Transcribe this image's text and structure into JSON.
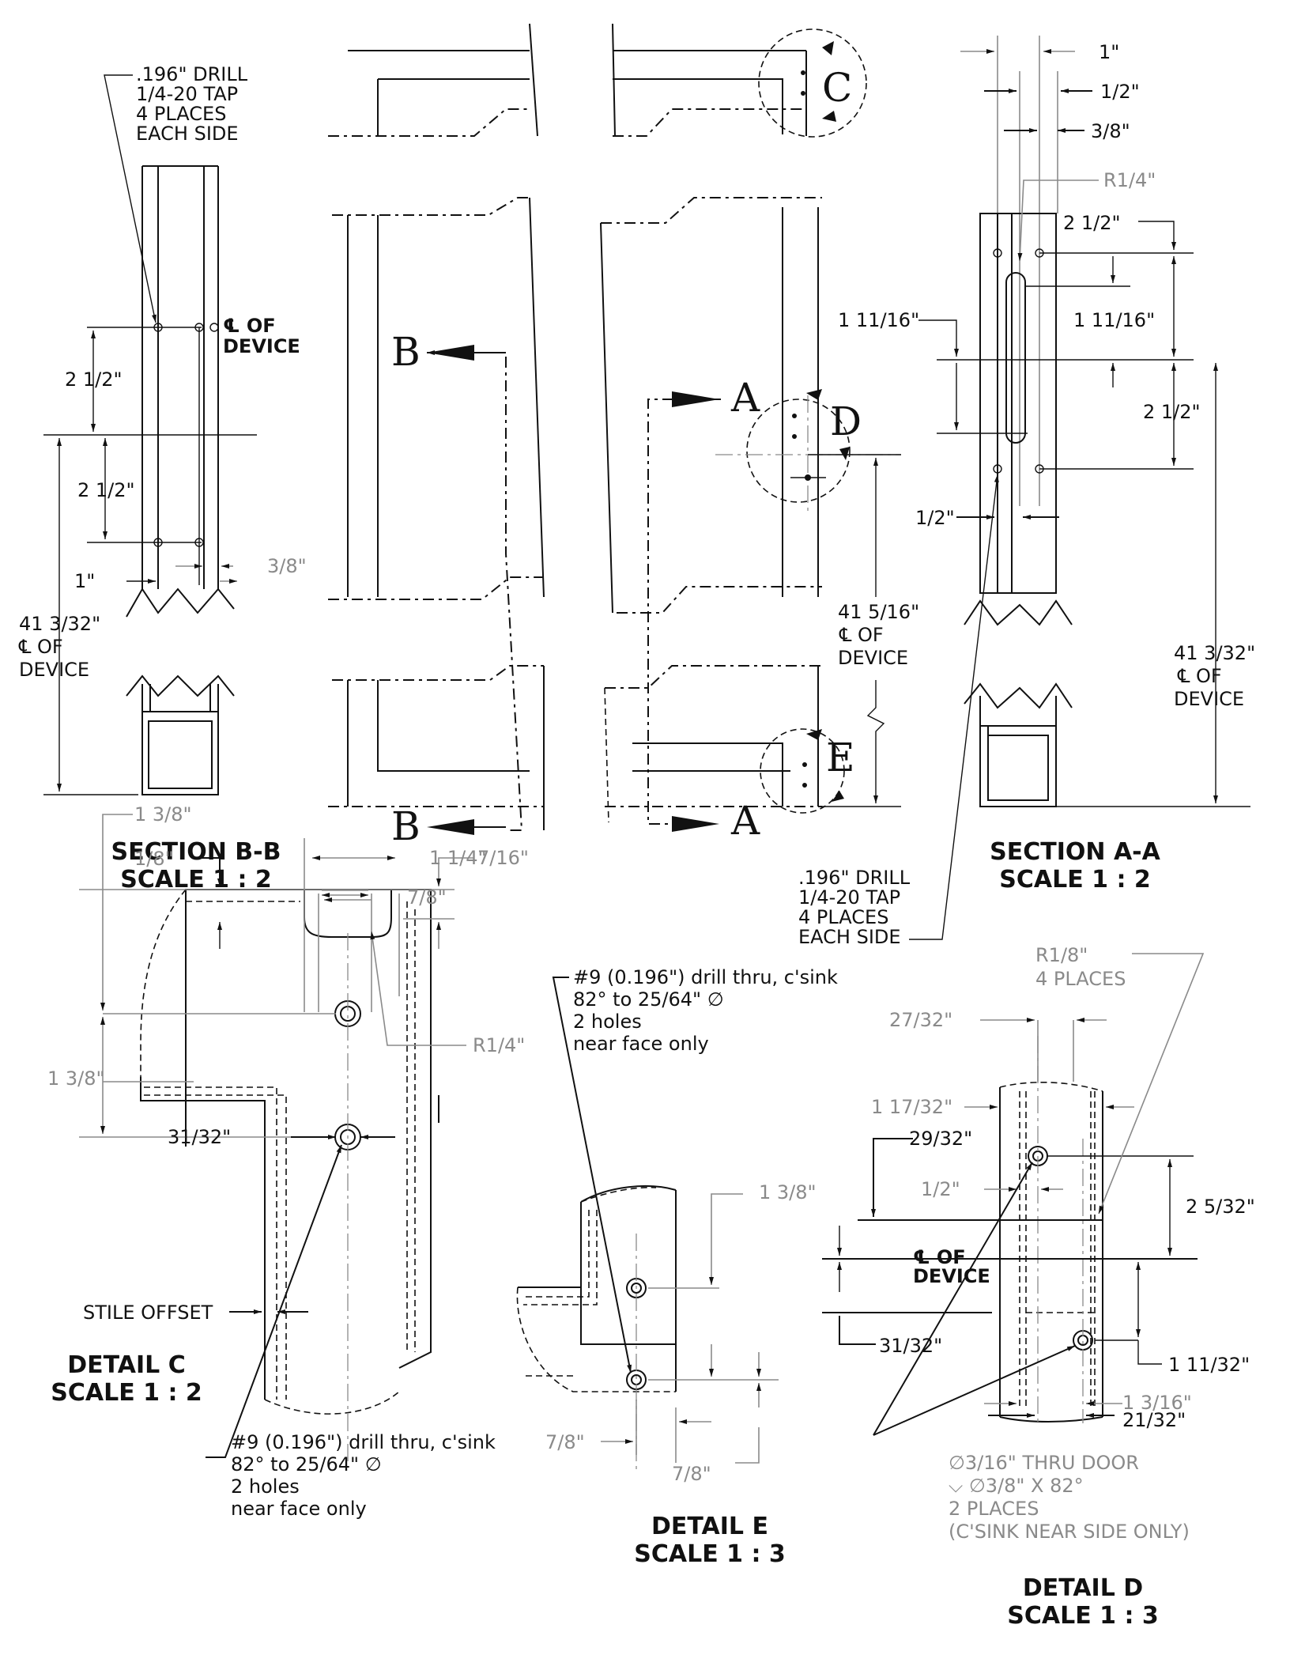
{
  "section_bb": {
    "title": "SECTION B-B",
    "scale": "SCALE 1 : 2",
    "note": [
      ".196\" DRILL",
      "1/4-20 TAP",
      "4 PLACES",
      "EACH SIDE"
    ],
    "dim_upper": "2 1/2\"",
    "dim_lower": "2 1/2\"",
    "dim_1": "1\"",
    "dim_3_8": "3/8\"",
    "dim_height": [
      "41 3/32\"",
      "℄ OF",
      "DEVICE"
    ],
    "cl_label": [
      "℄ OF",
      "DEVICE"
    ]
  },
  "door_views": {
    "cut_b": "B",
    "cut_a": "A",
    "detail_c": "C",
    "detail_d": "D",
    "detail_e": "E",
    "dim_height": [
      "41 5/16\"",
      "℄ OF",
      "DEVICE"
    ]
  },
  "section_aa": {
    "title": "SECTION A-A",
    "scale": "SCALE 1 : 2",
    "dim_1": "1\"",
    "dim_1_2_top": "1/2\"",
    "dim_3_8": "3/8\"",
    "dim_r": "R1/4\"",
    "dim_2_1_2_top": "2 1/2\"",
    "dim_1_11_16_left": "1 11/16\"",
    "dim_1_11_16_right": "1 11/16\"",
    "dim_2_1_2_right": "2 1/2\"",
    "dim_1_2_bottom": "1/2\"",
    "dim_height": [
      "41 3/32\"",
      "℄ OF",
      "DEVICE"
    ],
    "note": [
      ".196\" DRILL",
      "1/4-20 TAP",
      "4 PLACES",
      "EACH SIDE"
    ]
  },
  "detail_c": {
    "title": "DETAIL C",
    "scale": "SCALE 1 : 2",
    "dim_1_3_8_top": "1 3/8\"",
    "dim_1_1_4": "1 1/4\"",
    "dim_7_8": "7/8\"",
    "dim_1_8": "1/8\"",
    "dim_7_16": "7/16\"",
    "dim_r": "R1/4\"",
    "dim_1_3_8_left": "1 3/8\"",
    "dim_31_32": "31/32\"",
    "stile_offset": "STILE OFFSET",
    "note": [
      "#9 (0.196\") drill thru, c'sink",
      "82° to 25/64\" ∅",
      "2 holes",
      "near face only"
    ]
  },
  "detail_e": {
    "title": "DETAIL E",
    "scale": "SCALE 1 : 3",
    "dim_1_3_8": "1 3/8\"",
    "dim_7_8_left": "7/8\"",
    "dim_7_8_bottom": "7/8\"",
    "note": [
      "#9 (0.196\") drill thru, c'sink",
      "82° to 25/64\" ∅",
      "2 holes",
      "near face only"
    ]
  },
  "detail_d": {
    "title": "DETAIL D",
    "scale": "SCALE 1 : 3",
    "dim_r": [
      "R1/8\"",
      "4 PLACES"
    ],
    "dim_27_32": "27/32\"",
    "dim_1_17_32": "1 17/32\"",
    "dim_29_32": "29/32\"",
    "dim_1_2": "1/2\"",
    "dim_2_5_32": "2 5/32\"",
    "cl_label": [
      "℄ OF",
      "DEVICE"
    ],
    "dim_31_32": "31/32\"",
    "dim_1_11_32": "1 11/32\"",
    "dim_1_3_16": "1 3/16\"",
    "dim_21_32": "21/32\"",
    "note": [
      "∅3/16\" THRU DOOR",
      "⌵ ∅3/8\" X 82°",
      "2 PLACES",
      "(C'SINK NEAR SIDE ONLY)"
    ]
  }
}
